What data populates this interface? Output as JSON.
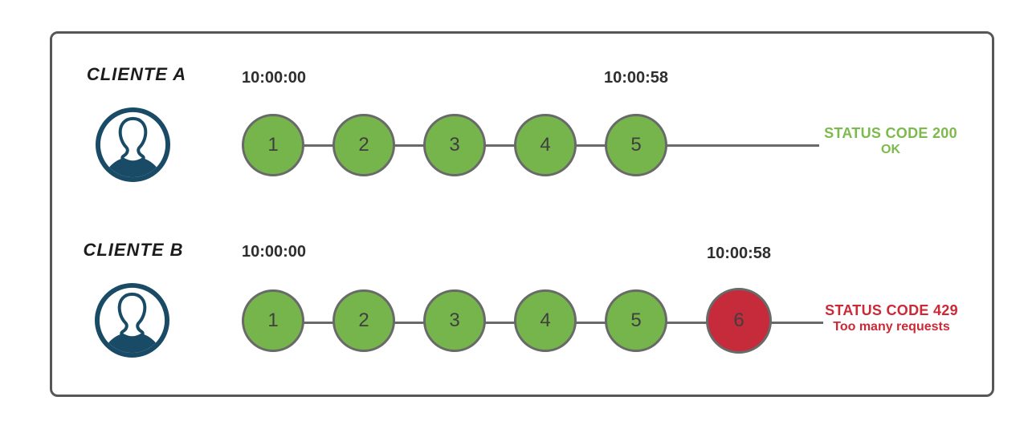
{
  "colors": {
    "request_ok_fill": "#76B54B",
    "request_blocked_fill": "#C62B3B",
    "circle_border": "#696969",
    "timeline_line": "#696969",
    "frame_border": "#575757",
    "avatar_navy": "#1A4B66",
    "status_ok_text": "#7CBA4C",
    "status_error_text": "#CC2936",
    "timestamp_text": "#2E2E2E",
    "background": "#FFFFFF"
  },
  "rows": [
    {
      "client": "CLIENTE A",
      "start_time": "10:00:00",
      "end_time": "10:00:58",
      "requests": [
        "1",
        "2",
        "3",
        "4",
        "5"
      ],
      "status_line1": "STATUS CODE 200",
      "status_line2": "OK"
    },
    {
      "client": "CLIENTE B",
      "start_time": "10:00:00",
      "end_time": "10:00:58",
      "requests": [
        "1",
        "2",
        "3",
        "4",
        "5",
        "6"
      ],
      "status_line1": "STATUS CODE 429",
      "status_line2": "Too many requests"
    }
  ]
}
